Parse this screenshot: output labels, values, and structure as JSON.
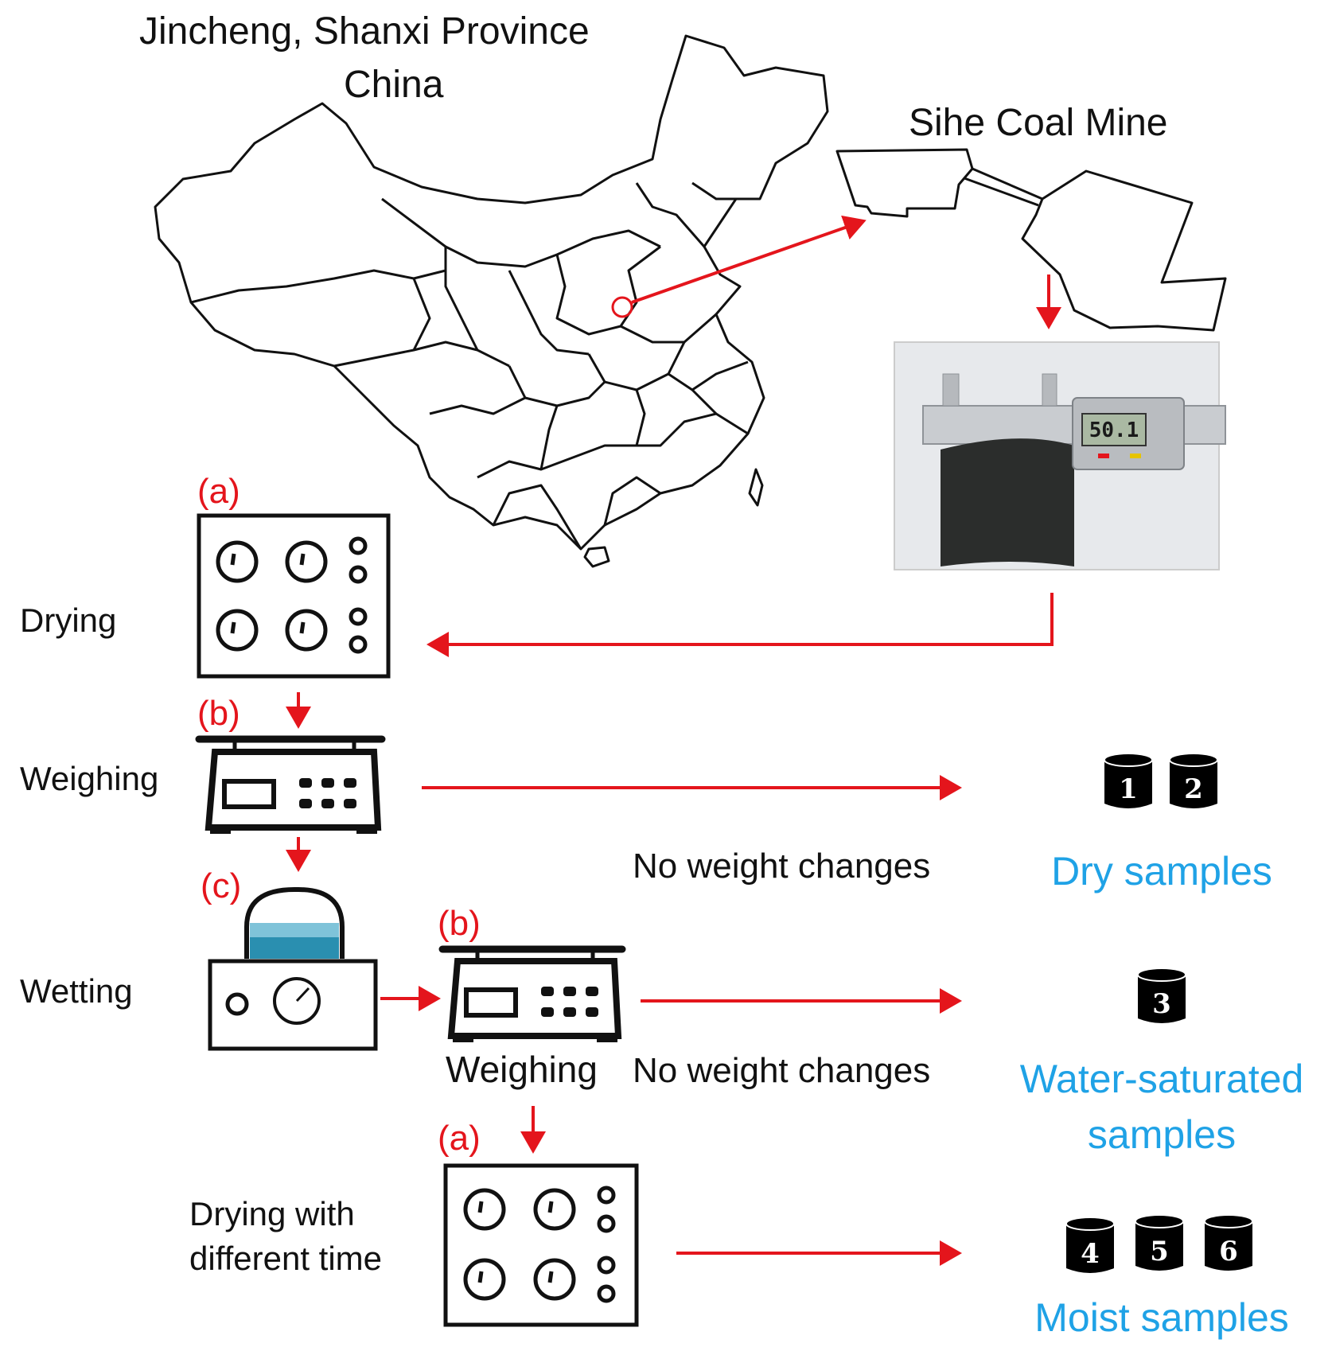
{
  "map": {
    "location_line1": "Jincheng, Shanxi Province",
    "location_line2": "China",
    "mine_label": "Sihe Coal Mine"
  },
  "caliper_reading": "50.1",
  "steps": {
    "drying": {
      "letter": "(a)",
      "label": "Drying"
    },
    "weighing": {
      "letter": "(b)",
      "label": "Weighing"
    },
    "wetting": {
      "letter": "(c)",
      "label": "Wetting"
    },
    "weighing2": {
      "letter": "(b)",
      "label": "Weighing"
    },
    "drying2": {
      "letter": "(a)",
      "label_line1": "Drying with",
      "label_line2": "different time"
    }
  },
  "conditions": {
    "row1": "No weight changes",
    "row2": "No weight changes"
  },
  "outcomes": {
    "dry": {
      "label": "Dry samples",
      "samples": [
        "1",
        "2"
      ]
    },
    "saturated": {
      "label_line1": "Water-saturated",
      "label_line2": "samples",
      "samples": [
        "3"
      ]
    },
    "moist": {
      "label": "Moist samples",
      "samples": [
        "4",
        "5",
        "6"
      ]
    }
  },
  "colors": {
    "arrow": "#e4151c",
    "outcome_text": "#1fa2e6",
    "water": "#2a8fb0"
  }
}
